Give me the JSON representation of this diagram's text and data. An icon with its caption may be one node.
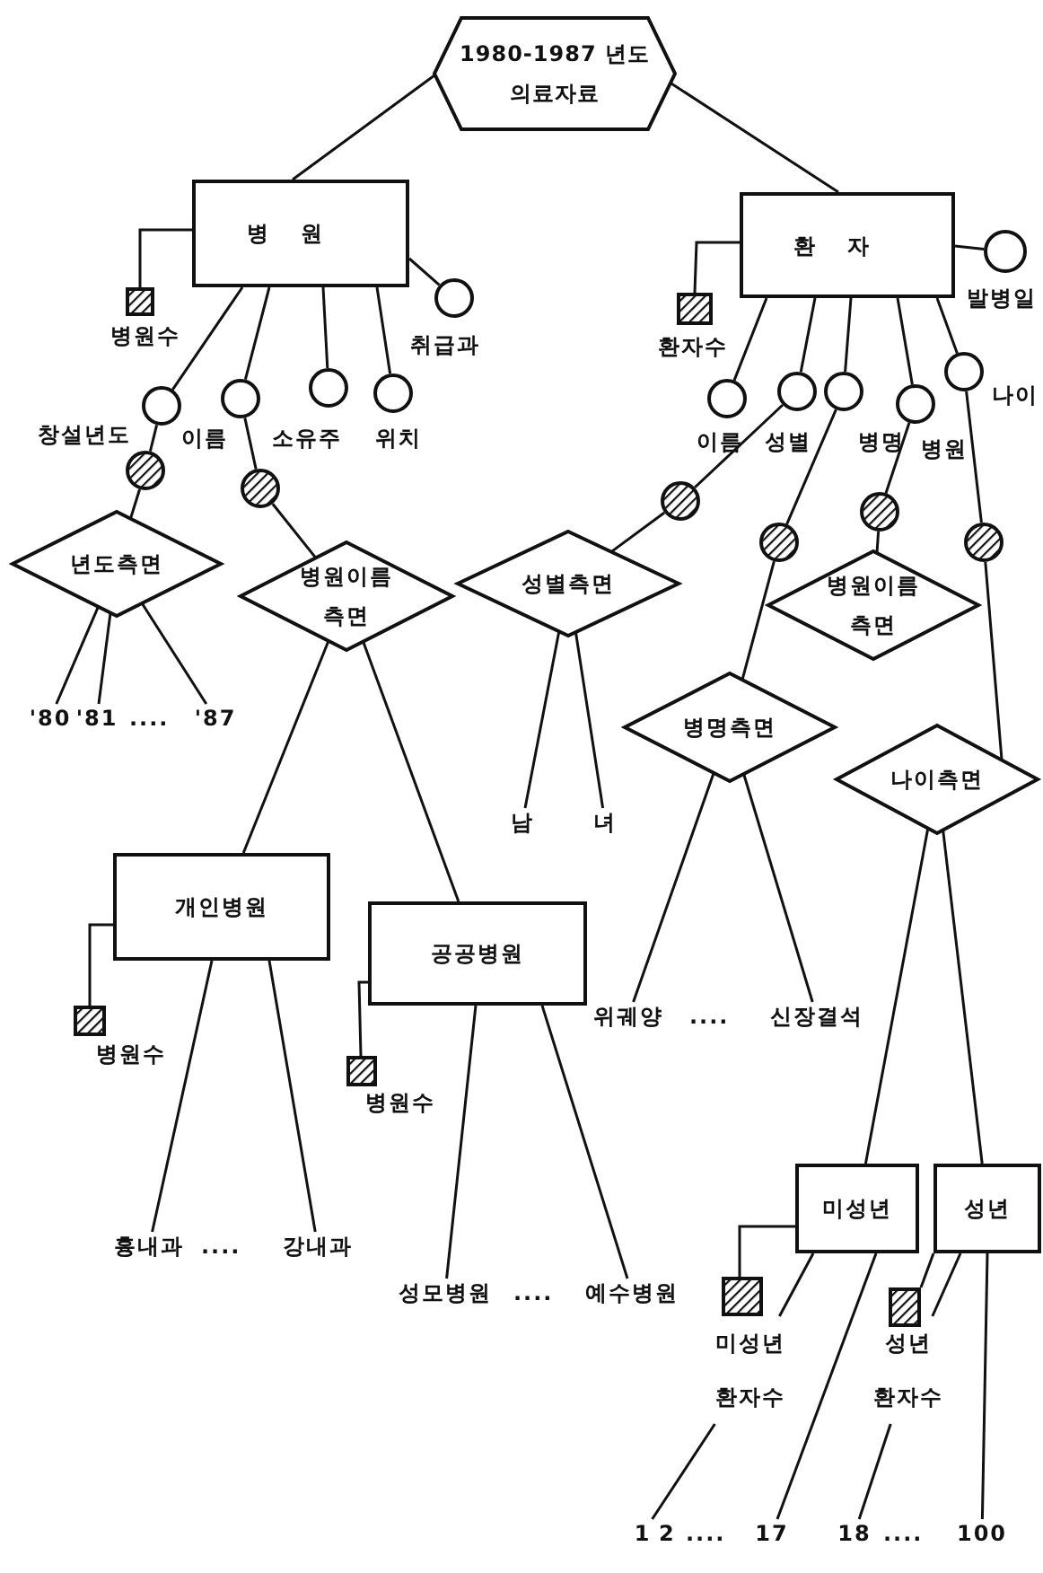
{
  "diagram": {
    "nodes": [
      {
        "text": [
          "1980-1987 년도 의료자료"
        ]
      },
      {
        "text": [
          "병원"
        ]
      },
      {
        "text": [
          "병원수"
        ]
      },
      {
        "text": [
          "창설년도"
        ]
      },
      {
        "text": [
          "이름"
        ]
      },
      {
        "text": [
          "소유주"
        ]
      },
      {
        "text": [
          "위치"
        ]
      },
      {
        "text": [
          "취급과"
        ]
      },
      {
        "text": [],
        "shape": "circle"
      },
      {
        "text": [],
        "shape": "circle"
      },
      {
        "text": [
          "년도측면"
        ]
      },
      {
        "text": [
          "병원이름 측면"
        ]
      },
      {
        "text": [
          "'80"
        ]
      },
      {
        "text": [
          "'81"
        ]
      },
      {
        "text": [
          "'87"
        ]
      },
      {
        "text": [
          "개인병원"
        ]
      },
      {
        "text": [
          "병원수"
        ]
      },
      {
        "text": [
          "공공병원"
        ]
      },
      {
        "text": [
          "병원수"
        ]
      },
      {
        "text": [
          "흉내과"
        ]
      },
      {
        "text": [
          "강내과"
        ]
      },
      {
        "text": [
          "성모병원"
        ]
      },
      {
        "text": [
          "예수병원"
        ]
      },
      {
        "text": [
          "환자"
        ]
      },
      {
        "text": [
          "환자수"
        ]
      },
      {
        "text": [
          "발병일"
        ]
      },
      {
        "text": [
          "이름"
        ]
      },
      {
        "text": [
          "성별"
        ]
      },
      {
        "text": [
          "병명"
        ]
      },
      {
        "text": [
          "병원"
        ]
      },
      {
        "text": [
          "나이"
        ]
      },
      {
        "text": [],
        "shape": "circle"
      },
      {
        "text": [],
        "shape": "circle"
      },
      {
        "text": [],
        "shape": "circle"
      },
      {
        "text": [],
        "shape": "circle"
      },
      {
        "text": [
          "성별측면"
        ]
      },
      {
        "text": [
          "병원이름 측면"
        ]
      },
      {
        "text": [
          "병명측면"
        ]
      },
      {
        "text": [
          "나이측면"
        ]
      },
      {
        "text": [
          "남"
        ]
      },
      {
        "text": [
          "녀"
        ]
      },
      {
        "text": [
          "위궤양"
        ]
      },
      {
        "text": [
          "신장결석"
        ]
      },
      {
        "text": [
          "미성년"
        ]
      },
      {
        "text": [
          "성년"
        ]
      },
      {
        "text": [],
        "shape": "box"
      },
      {
        "text": [
          "미성년 환자수"
        ]
      },
      {
        "text": [],
        "shape": "box"
      },
      {
        "text": [
          "성년 환자수"
        ]
      },
      {
        "text": [
          "1"
        ]
      },
      {
        "text": [
          "17"
        ]
      },
      {
        "text": [
          "18"
        ]
      },
      {
        "text": [
          "100"
        ]
      }
    ],
    "edges": [
      {
        "from": 0,
        "to": 1,
        "arrow": "none"
      },
      {
        "from": 0,
        "to": 23,
        "arrow": "none"
      },
      {
        "from": 1,
        "to": 2,
        "arrow": "none"
      },
      {
        "from": 1,
        "to": 3,
        "arrow": "none"
      },
      {
        "from": 1,
        "to": 4,
        "arrow": "none"
      },
      {
        "from": 1,
        "to": 5,
        "arrow": "none"
      },
      {
        "from": 1,
        "to": 6,
        "arrow": "none"
      },
      {
        "from": 1,
        "to": 7,
        "arrow": "none"
      },
      {
        "from": 3,
        "to": 8,
        "arrow": "none"
      },
      {
        "from": 8,
        "to": 10,
        "arrow": "none"
      },
      {
        "from": 4,
        "to": 9,
        "arrow": "none"
      },
      {
        "from": 9,
        "to": 11,
        "arrow": "none"
      },
      {
        "from": 10,
        "to": 12,
        "arrow": "none"
      },
      {
        "from": 10,
        "to": 13,
        "arrow": "none"
      },
      {
        "from": 10,
        "to": 14,
        "arrow": "none"
      },
      {
        "from": 11,
        "to": 15,
        "arrow": "none"
      },
      {
        "from": 11,
        "to": 17,
        "arrow": "none"
      },
      {
        "from": 15,
        "to": 16,
        "arrow": "none"
      },
      {
        "from": 15,
        "to": 19,
        "arrow": "none"
      },
      {
        "from": 15,
        "to": 20,
        "arrow": "none"
      },
      {
        "from": 17,
        "to": 18,
        "arrow": "none"
      },
      {
        "from": 17,
        "to": 21,
        "arrow": "none"
      },
      {
        "from": 17,
        "to": 22,
        "arrow": "none"
      },
      {
        "from": 23,
        "to": 24,
        "arrow": "none"
      },
      {
        "from": 23,
        "to": 25,
        "arrow": "none"
      },
      {
        "from": 23,
        "to": 26,
        "arrow": "none"
      },
      {
        "from": 23,
        "to": 27,
        "arrow": "none"
      },
      {
        "from": 23,
        "to": 28,
        "arrow": "none"
      },
      {
        "from": 23,
        "to": 29,
        "arrow": "none"
      },
      {
        "from": 23,
        "to": 30,
        "arrow": "none"
      },
      {
        "from": 27,
        "to": 31,
        "arrow": "none"
      },
      {
        "from": 31,
        "to": 35,
        "arrow": "none"
      },
      {
        "from": 28,
        "to": 33,
        "arrow": "none"
      },
      {
        "from": 33,
        "to": 37,
        "arrow": "none"
      },
      {
        "from": 29,
        "to": 32,
        "arrow": "none"
      },
      {
        "from": 32,
        "to": 36,
        "arrow": "none"
      },
      {
        "from": 30,
        "to": 34,
        "arrow": "none"
      },
      {
        "from": 34,
        "to": 38,
        "arrow": "none"
      },
      {
        "from": 35,
        "to": 39,
        "arrow": "none"
      },
      {
        "from": 35,
        "to": 40,
        "arrow": "none"
      },
      {
        "from": 37,
        "to": 41,
        "arrow": "none"
      },
      {
        "from": 37,
        "to": 42,
        "arrow": "none"
      },
      {
        "from": 38,
        "to": 43,
        "arrow": "none"
      },
      {
        "from": 38,
        "to": 44,
        "arrow": "none"
      },
      {
        "from": 43,
        "to": 45,
        "arrow": "none"
      },
      {
        "from": 43,
        "to": 46,
        "arrow": "none"
      },
      {
        "from": 43,
        "to": 50,
        "arrow": "none"
      },
      {
        "from": 44,
        "to": 47,
        "arrow": "none"
      },
      {
        "from": 44,
        "to": 48,
        "arrow": "none"
      },
      {
        "from": 44,
        "to": 52,
        "arrow": "none"
      },
      {
        "from": 46,
        "to": 49,
        "arrow": "none"
      },
      {
        "from": 48,
        "to": 51,
        "arrow": "none"
      }
    ],
    "labels": [
      "....",
      "....",
      "....",
      "....",
      "2",
      "....",
      "...."
    ]
  }
}
